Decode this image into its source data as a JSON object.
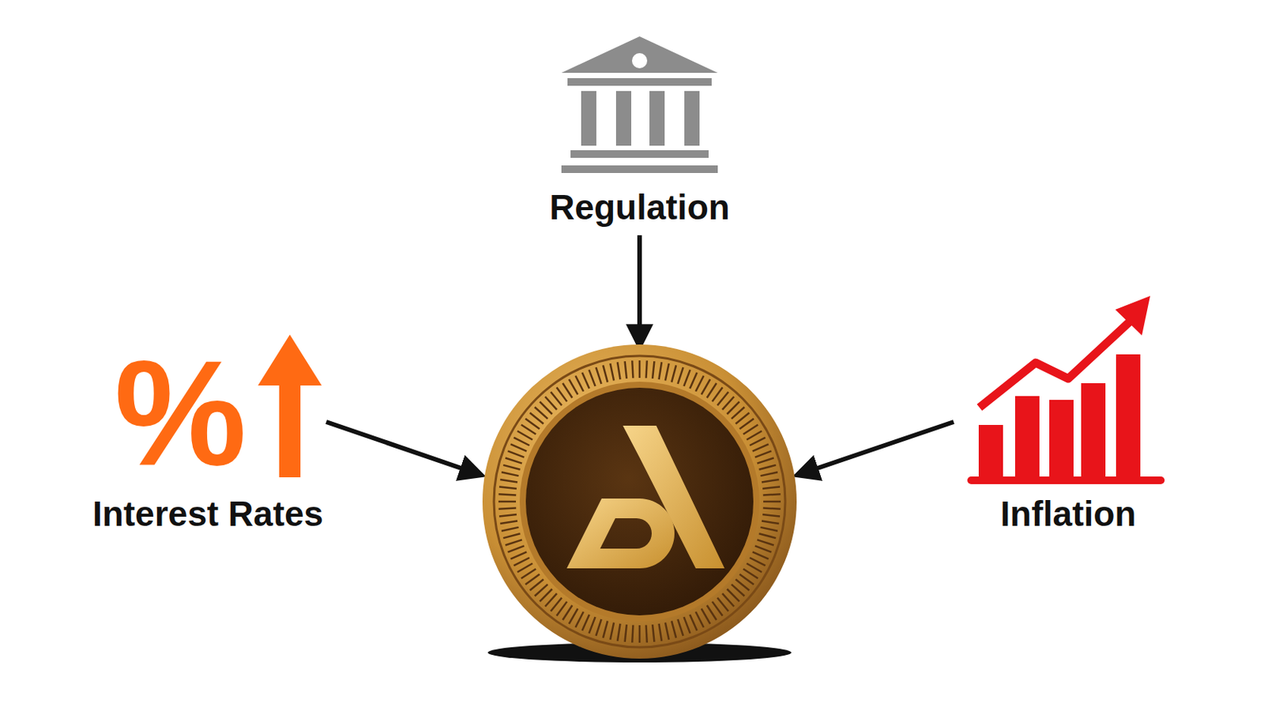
{
  "diagram": {
    "labels": [
      "Regulation",
      "%",
      "Interest Rates",
      "Inflation"
    ]
  }
}
